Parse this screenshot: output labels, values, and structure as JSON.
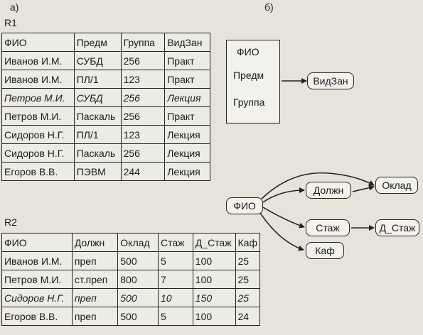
{
  "labels": {
    "a": "а)",
    "b": "б)",
    "r1": "R1",
    "r2": "R2"
  },
  "r1": {
    "headers": [
      "ФИО",
      "Предм",
      "Группа",
      "ВидЗан"
    ],
    "rows": [
      [
        "Иванов И.М.",
        "СУБД",
        "256",
        "Практ"
      ],
      [
        "Иванов И.М.",
        "ПЛ/1",
        "123",
        "Практ"
      ],
      [
        "Петров М.И.",
        "СУБД",
        "256",
        "Лекция"
      ],
      [
        "Петров М.И.",
        "Паскаль",
        "256",
        "Практ"
      ],
      [
        "Сидоров Н.Г.",
        "ПЛ/1",
        "123",
        "Лекция"
      ],
      [
        "Сидоров Н.Г.",
        "Паскаль",
        "256",
        "Лекция"
      ],
      [
        "Егоров В.В.",
        "ПЭВМ",
        "244",
        "Лекция"
      ]
    ]
  },
  "r2": {
    "headers": [
      "ФИО",
      "Должн",
      "Оклад",
      "Стаж",
      "Д_Стаж",
      "Каф"
    ],
    "rows": [
      [
        "Иванов И.М.",
        "преп",
        "500",
        "5",
        "100",
        "25"
      ],
      [
        "Петров М.И.",
        "ст.преп",
        "800",
        "7",
        "100",
        "25"
      ],
      [
        "Сидоров Н.Г.",
        "преп",
        "500",
        "10",
        "150",
        "25"
      ],
      [
        "Егоров В.В.",
        "преп",
        "500",
        "5",
        "100",
        "24"
      ]
    ]
  },
  "diagram_b": {
    "box_items": [
      "ФИО",
      "Предм",
      "Группа"
    ],
    "target": "ВидЗан"
  },
  "diagram_c": {
    "source": "ФИО",
    "nodes": {
      "dolzhn": "Должн",
      "oklad": "Оклад",
      "stazh": "Стаж",
      "d_stazh": "Д_Стаж",
      "kaf": "Каф"
    }
  }
}
